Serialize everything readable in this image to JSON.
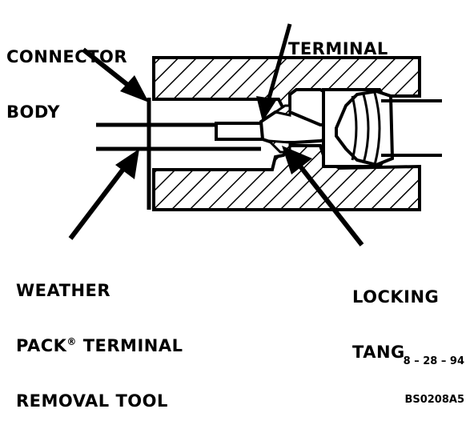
{
  "labels": {
    "connector_body_line1": "CONNECTOR",
    "connector_body_line2": "BODY",
    "terminal": "TERMINAL",
    "tool_line1": "WEATHER",
    "tool_line2_a": "PACK",
    "tool_line2_reg": "®",
    "tool_line2_b": " TERMINAL",
    "tool_line3": "REMOVAL TOOL",
    "locking_tang_line1": "LOCKING",
    "locking_tang_line2": "TANG"
  },
  "figure_code": {
    "date": "8 – 28 – 94",
    "ref": "BS0208A5"
  }
}
